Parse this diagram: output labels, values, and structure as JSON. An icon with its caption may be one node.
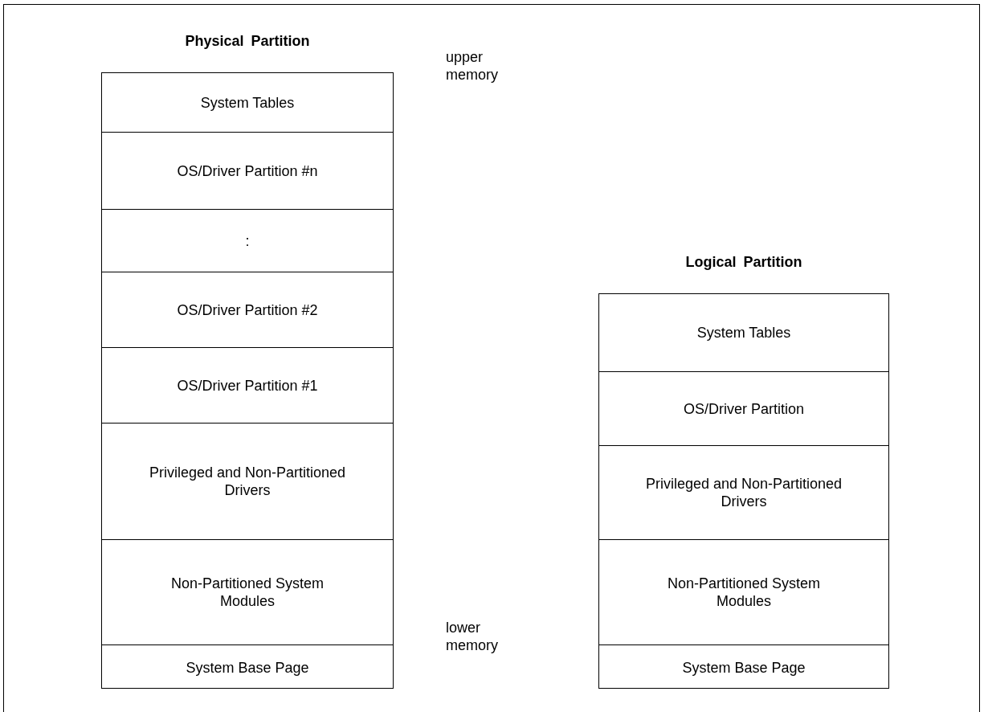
{
  "diagram": {
    "nodes": [
      {
        "text": [
          "Physical Partition"
        ]
      },
      {
        "text": [
          "System Tables"
        ],
        "in": 0
      },
      {
        "text": [
          "OS/Driver Partition #n"
        ],
        "in": 0
      },
      {
        "text": [
          ":"
        ],
        "in": 0
      },
      {
        "text": [
          "OS/Driver Partition #2"
        ],
        "in": 0
      },
      {
        "text": [
          "OS/Driver Partition #1"
        ],
        "in": 0
      },
      {
        "text": [
          "Privileged and Non-Partitioned Drivers"
        ],
        "in": 0
      },
      {
        "text": [
          "Non-Partitioned System Modules"
        ],
        "in": 0
      },
      {
        "text": [
          "System Base Page"
        ],
        "in": 0
      },
      {
        "text": [
          "Logical Partition"
        ]
      },
      {
        "text": [
          "System Tables"
        ],
        "in": 9
      },
      {
        "text": [
          "OS/Driver Partition"
        ],
        "in": 9
      },
      {
        "text": [
          "Privileged and Non-Partitioned Drivers"
        ],
        "in": 9
      },
      {
        "text": [
          "Non-Partitioned System Modules"
        ],
        "in": 9
      },
      {
        "text": [
          "System Base Page"
        ],
        "in": 9
      }
    ],
    "labels": [
      "upper memory",
      "lower memory"
    ]
  }
}
